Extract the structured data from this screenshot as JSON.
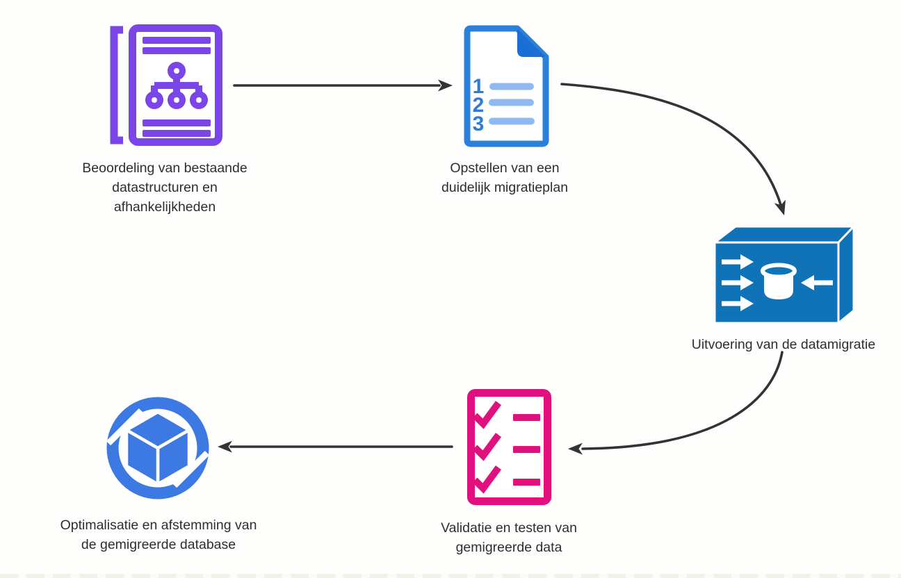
{
  "colors": {
    "background": "#FEFEFD",
    "arrow": "#333333",
    "text": "#2E2E2E",
    "purple": "#7B46E8",
    "docblue": "#2B80DC",
    "docfold": "#1A6FD4",
    "docnumber": "#2F7CD8",
    "docline": "#8FB9F0",
    "boxblue": "#1173B7",
    "pink": "#E0107F",
    "ringblue": "#3D79E3"
  },
  "steps": [
    {
      "name": "assessment",
      "icon": "document-hierarchy-icon",
      "lines": [
        "Beoordeling van bestaande",
        "datastructuren en",
        "afhankelijkheden"
      ]
    },
    {
      "name": "plan",
      "icon": "numbered-plan-document-icon",
      "list_numbers": [
        "1",
        "2",
        "3"
      ],
      "lines": [
        "Opstellen van een",
        "duidelijk migratieplan"
      ]
    },
    {
      "name": "execution",
      "icon": "data-migration-box-icon",
      "lines": [
        "Uitvoering van de datamigratie"
      ]
    },
    {
      "name": "validation",
      "icon": "checklist-icon",
      "lines": [
        "Validatie en testen van",
        "gemigreerde data"
      ]
    },
    {
      "name": "optimization",
      "icon": "cube-ring-icon",
      "lines": [
        "Optimalisatie en afstemming van",
        "de gemigreerde database"
      ]
    }
  ],
  "connections": [
    {
      "from": "assessment",
      "to": "plan",
      "shape": "straight-right"
    },
    {
      "from": "plan",
      "to": "execution",
      "shape": "curve-down-right"
    },
    {
      "from": "execution",
      "to": "validation",
      "shape": "curve-down-left"
    },
    {
      "from": "validation",
      "to": "optimization",
      "shape": "straight-left"
    }
  ]
}
